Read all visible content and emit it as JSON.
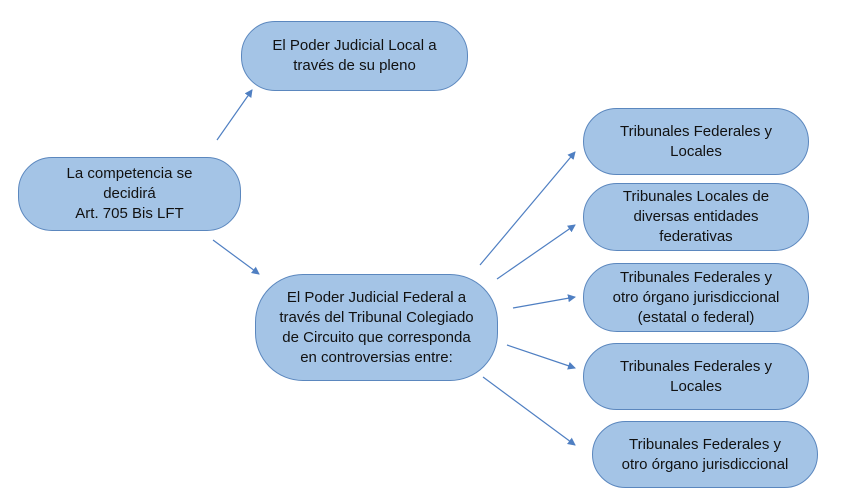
{
  "colors": {
    "node_fill": "#a4c4e6",
    "node_border": "#5b87be",
    "arrow": "#4f7fc2"
  },
  "nodes": {
    "root": "La competencia se\ndecidirá\nArt. 705 Bis LFT",
    "local": "El Poder Judicial Local a\ntravés de su pleno",
    "federal": "El Poder Judicial Federal a\ntravés del Tribunal Colegiado\nde Circuito que corresponda\nen controversias entre:",
    "option1": "Tribunales Federales y\nLocales",
    "option2": "Tribunales Locales de\ndiversas entidades\nfederativas",
    "option3": "Tribunales Federales y\notro órgano jurisdiccional\n(estatal o federal)",
    "option4": "Tribunales Federales y\nLocales",
    "option5": "Tribunales Federales y\notro órgano jurisdiccional"
  }
}
